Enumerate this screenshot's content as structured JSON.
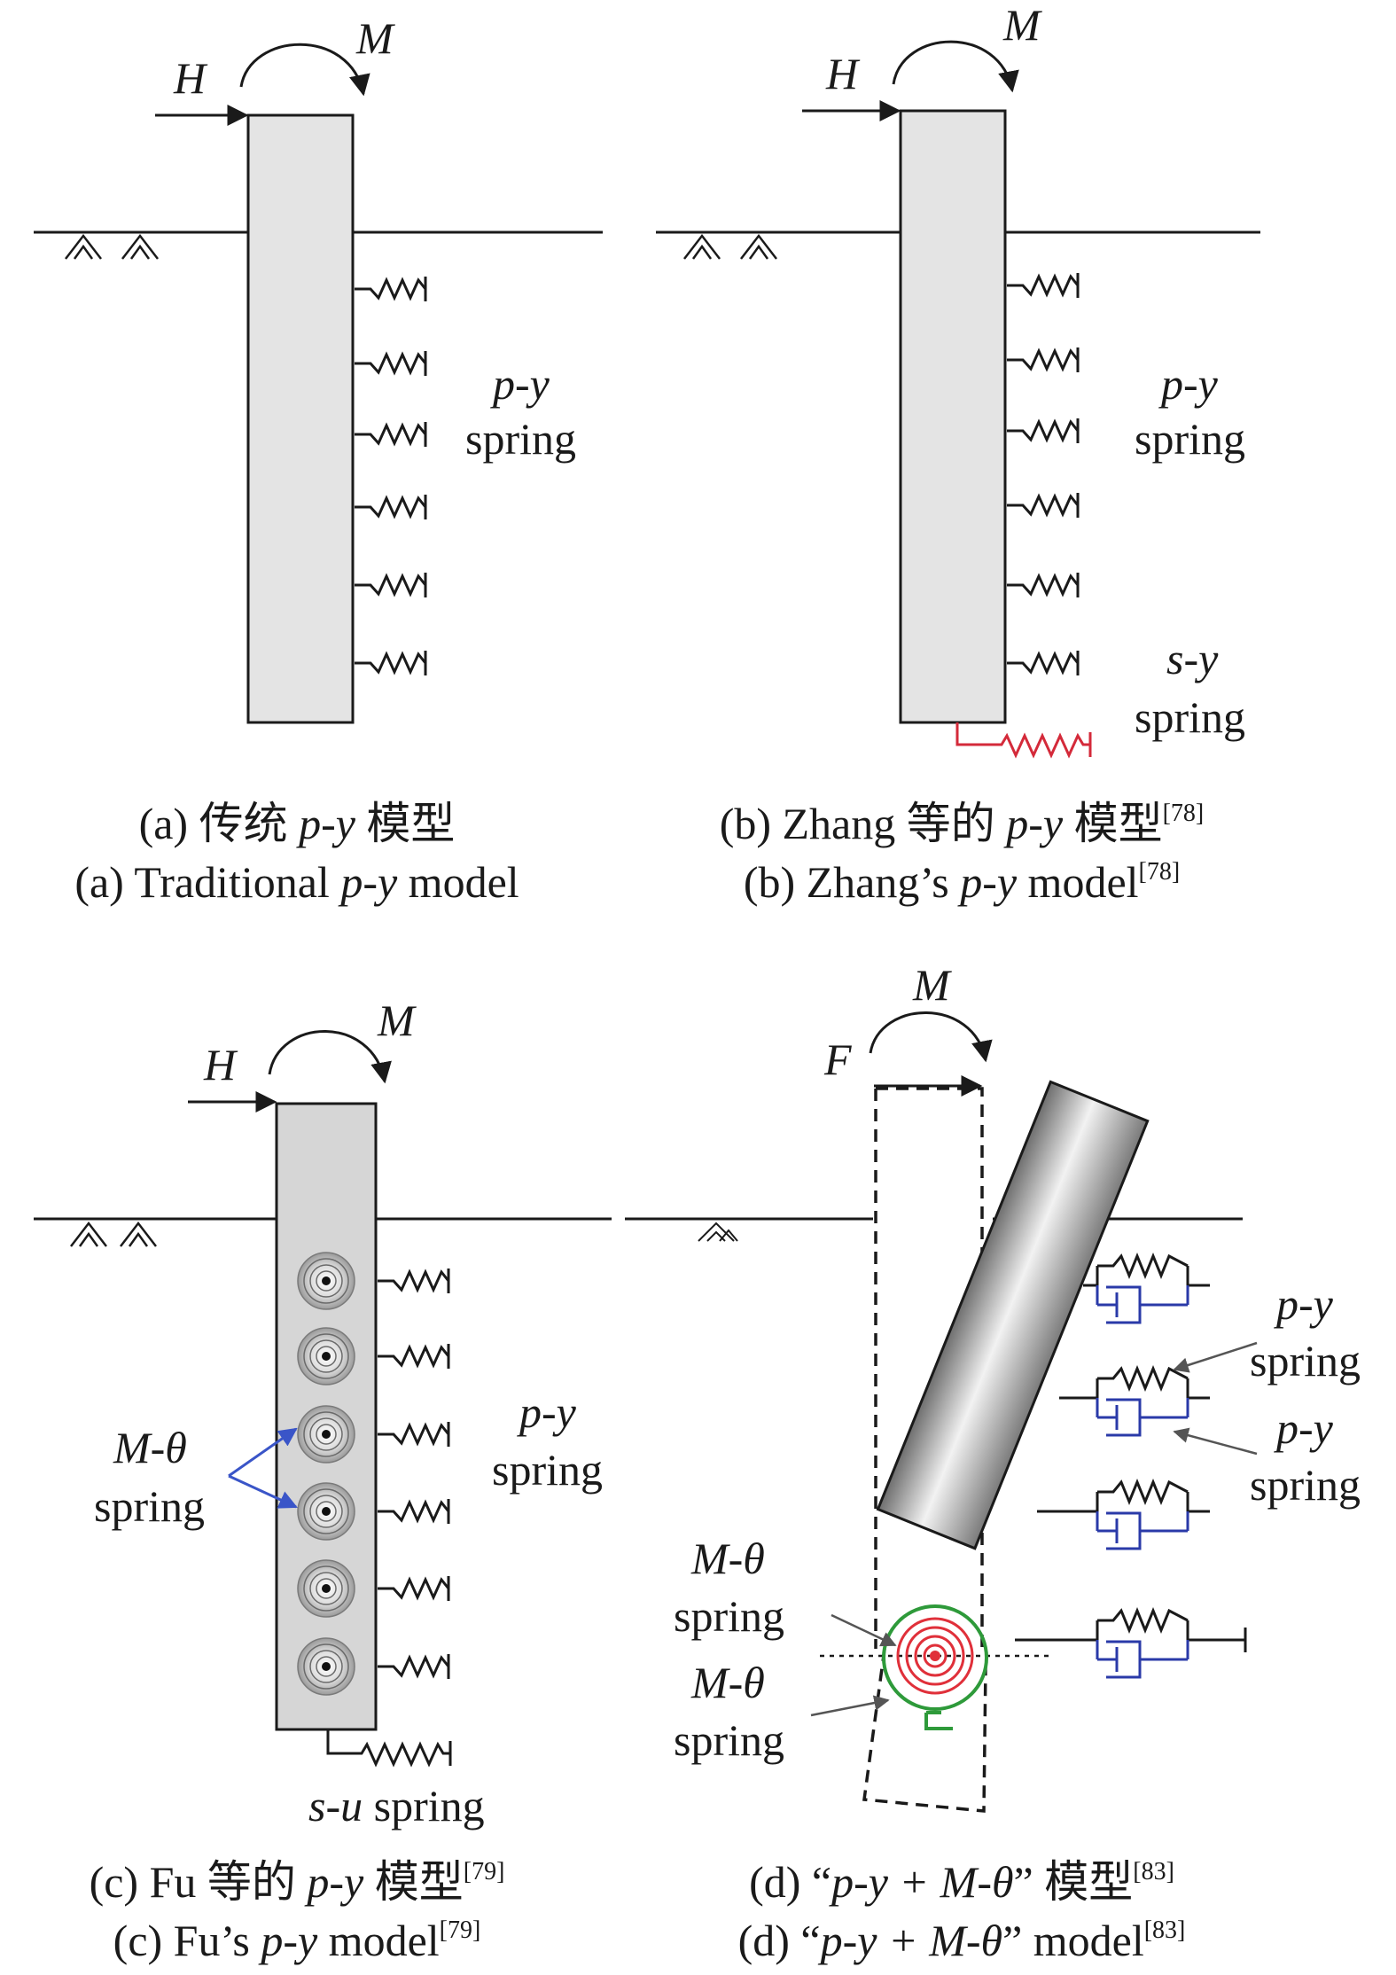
{
  "colors": {
    "line": "#1a1a1a",
    "pile_fill": "#e4e4e4",
    "shaft_fill": "#9a9a9a",
    "base_spring": "#d42a3a",
    "rot_spring_red": "#e0303a",
    "rot_spring_green": "#2e9a3a",
    "dashpot_blue": "#2a3aa8",
    "callout_arrow": "#3a55c8"
  },
  "icons": {
    "soil": "hatch-soil-icon",
    "spring": "zigzag-spring-icon",
    "rotational_spring": "concentric-rotational-spring-icon",
    "dashpot": "dashpot-icon"
  },
  "panels": [
    {
      "id": "a",
      "loads": {
        "horizontal": "H",
        "moment": "M"
      },
      "spring_labels": [
        {
          "name": "p-y",
          "text": "spring"
        }
      ],
      "caption_cn": {
        "prefix": "(a) 传统 ",
        "model": "p-y",
        "suffix": " 模型",
        "ref": ""
      },
      "caption_en": {
        "prefix": "(a) Traditional ",
        "model": "p-y",
        "suffix": " model",
        "ref": ""
      }
    },
    {
      "id": "b",
      "loads": {
        "horizontal": "H",
        "moment": "M"
      },
      "spring_labels": [
        {
          "name": "p-y",
          "text": "spring"
        },
        {
          "name": "s-y",
          "text": "spring"
        }
      ],
      "caption_cn": {
        "prefix": "(b) Zhang 等的 ",
        "model": "p-y",
        "suffix": " 模型",
        "ref": "[78]"
      },
      "caption_en": {
        "prefix": "(b) Zhang’s ",
        "model": "p-y",
        "suffix": " model",
        "ref": "[78]"
      }
    },
    {
      "id": "c",
      "loads": {
        "horizontal": "H",
        "moment": "M"
      },
      "spring_labels": [
        {
          "name": "p-y",
          "text": "spring"
        },
        {
          "name": "M-θ",
          "text": "spring"
        },
        {
          "name": "s-u",
          "text": " spring"
        }
      ],
      "caption_cn": {
        "prefix": "(c) Fu 等的 ",
        "model": "p-y",
        "suffix": " 模型",
        "ref": "[79]"
      },
      "caption_en": {
        "prefix": "(c) Fu’s ",
        "model": "p-y",
        "suffix": " model",
        "ref": "[79]"
      }
    },
    {
      "id": "d",
      "loads": {
        "horizontal": "F",
        "moment": "M"
      },
      "spring_labels": [
        {
          "name": "p-y",
          "text": "spring"
        },
        {
          "name": "p-y",
          "text": "spring"
        },
        {
          "name": "M-θ",
          "text": "spring"
        },
        {
          "name": "M-θ",
          "text": "spring"
        }
      ],
      "caption_cn": {
        "prefix": "(d) “",
        "model": "p-y + M-θ",
        "suffix": "” 模型",
        "ref": "[83]"
      },
      "caption_en": {
        "prefix": "(d) “",
        "model": "p-y + M-θ",
        "suffix": "” model",
        "ref": "[83]"
      }
    }
  ]
}
